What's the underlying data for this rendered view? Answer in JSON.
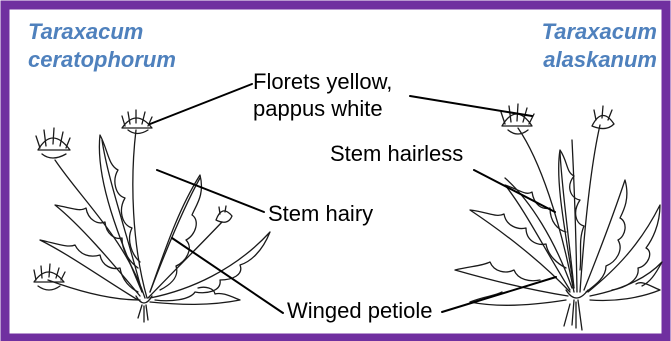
{
  "diagram": {
    "left_species": {
      "line1": "Taraxacum",
      "line2": "ceratophorum"
    },
    "right_species": {
      "line1": "Taraxacum",
      "line2": "alaskanum"
    },
    "labels": {
      "florets_line1": "Florets yellow,",
      "florets_line2": "pappus white",
      "stem_hairless": "Stem hairless",
      "stem_hairy": "Stem hairy",
      "winged_petiole": "Winged petiole"
    },
    "colors": {
      "frame": "#7030a0",
      "species_text": "#4f81bd",
      "label_text": "#000000",
      "drawing_line": "#1a1a1a"
    }
  }
}
